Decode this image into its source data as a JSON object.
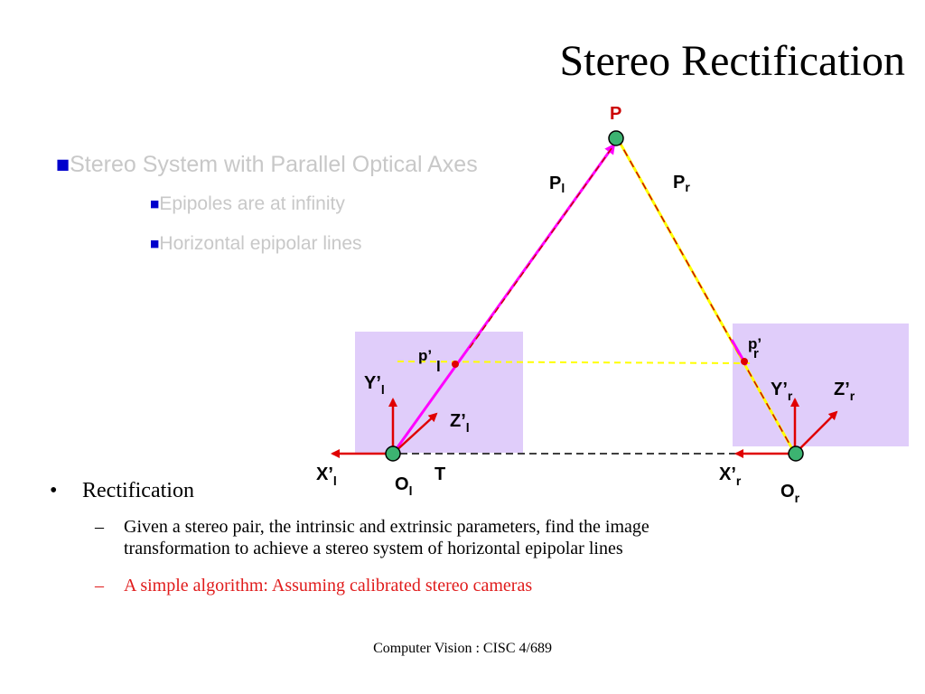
{
  "slide": {
    "title": "Stereo Rectification",
    "bullets": [
      {
        "text": "Stereo System with Parallel Optical Axes",
        "sub": [
          "Epipoles are at infinity",
          "Horizontal epipolar lines"
        ]
      }
    ],
    "rectification": {
      "heading": "Rectification",
      "items": [
        "Given a stereo pair, the intrinsic and extrinsic parameters, find the image",
        "transformation to achieve a stereo system of horizontal epipolar lines",
        "A simple algorithm:  Assuming calibrated stereo cameras"
      ]
    },
    "footer": "Computer Vision : CISC 4/689"
  },
  "diagram": {
    "labels": {
      "P": "P",
      "Pl": "P",
      "Pl_sub": "l",
      "Pr": "P",
      "Pr_sub": "r",
      "pl": "p’",
      "pl_sub": "l",
      "pr": "p’",
      "pr_sub": "r",
      "Yl": "Y’",
      "Yl_sub": "l",
      "Zl": "Z’",
      "Zl_sub": "l",
      "Xl": "X’",
      "Xl_sub": "l",
      "Ol": "O",
      "Ol_sub": "l",
      "T": "T",
      "Xr": "X’",
      "Xr_sub": "r",
      "Yr": "Y’",
      "Yr_sub": "r",
      "Zr": "Z’",
      "Zr_sub": "r",
      "Or": "O",
      "Or_sub": "r"
    },
    "colors": {
      "plane": "#e0cdfa",
      "point": "#3cb371",
      "ray_left": "#ff00ff",
      "ray_right": "#ffff00",
      "dashed_red": "#cc0000",
      "axis": "#e00000",
      "epipolar": "#ffff00",
      "label_red": "#cc0000"
    }
  }
}
